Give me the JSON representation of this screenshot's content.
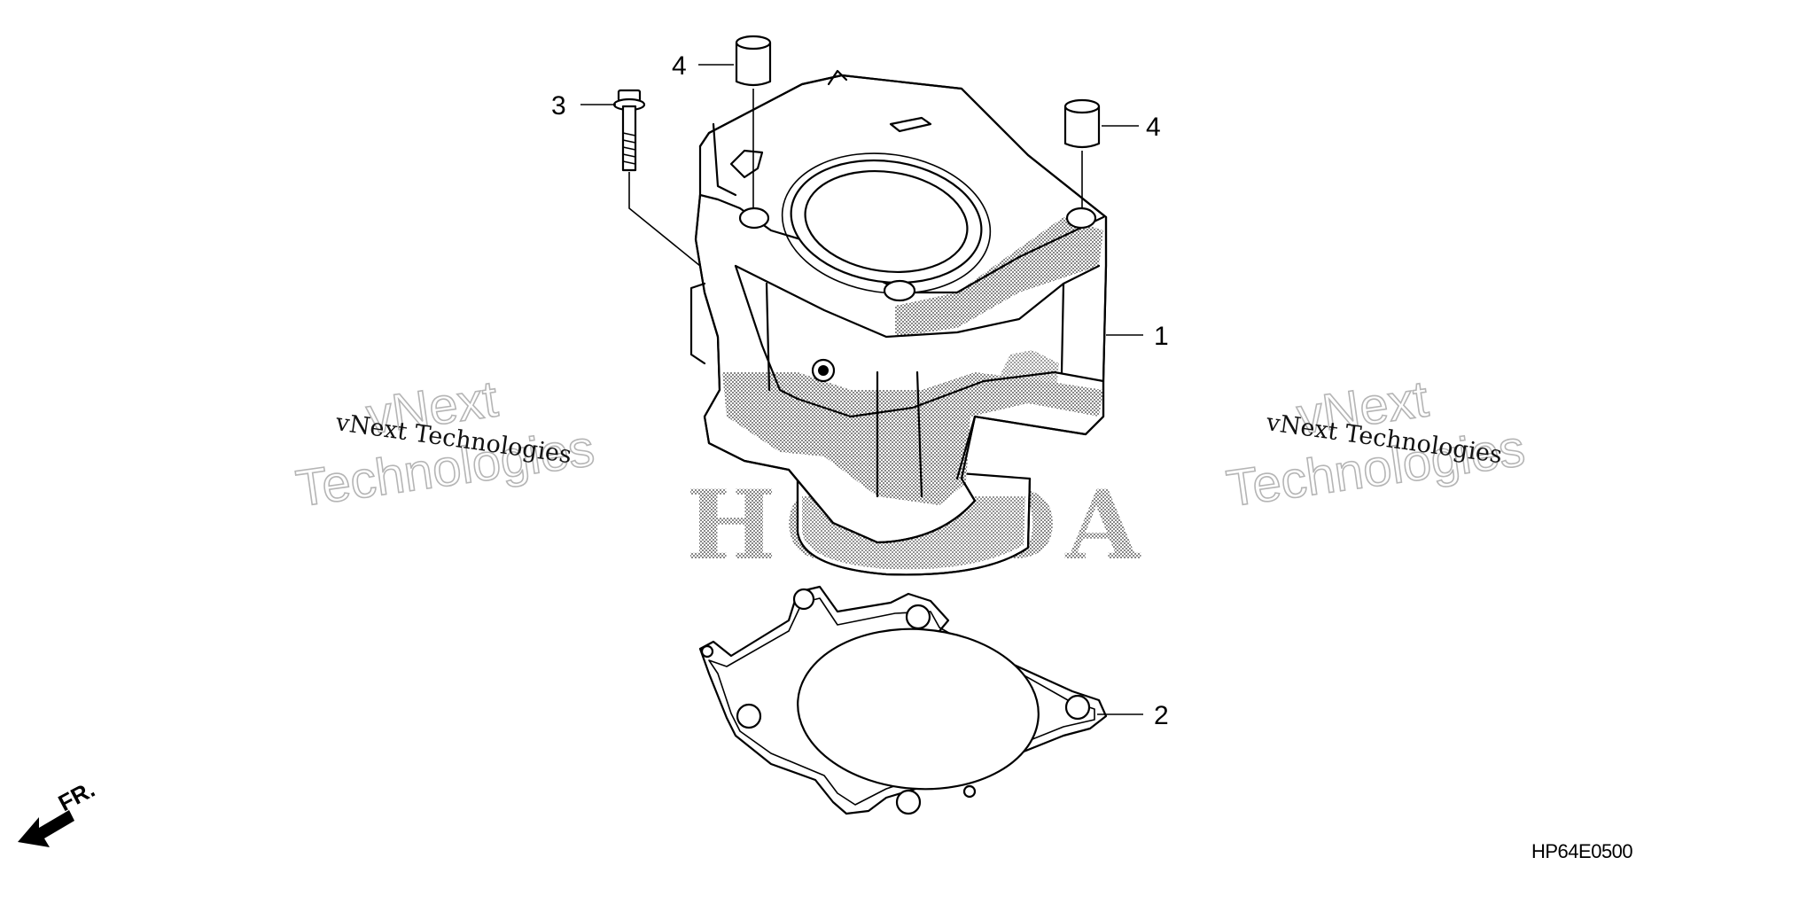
{
  "diagram": {
    "code": "HP64E0500",
    "brand_mark": "HONDA",
    "direction_label": "FR.",
    "callouts": [
      {
        "id": "cylinder",
        "label": "1"
      },
      {
        "id": "gasket",
        "label": "2"
      },
      {
        "id": "bolt",
        "label": "3"
      },
      {
        "id": "dowel-left",
        "label": "4"
      },
      {
        "id": "dowel-right",
        "label": "4"
      }
    ]
  },
  "watermarks": [
    {
      "line1": "vNext",
      "line2": "Technologies",
      "caption": "vNext Technologies"
    },
    {
      "line1": "vNext",
      "line2": "Technologies",
      "caption": "vNext Technologies"
    }
  ]
}
